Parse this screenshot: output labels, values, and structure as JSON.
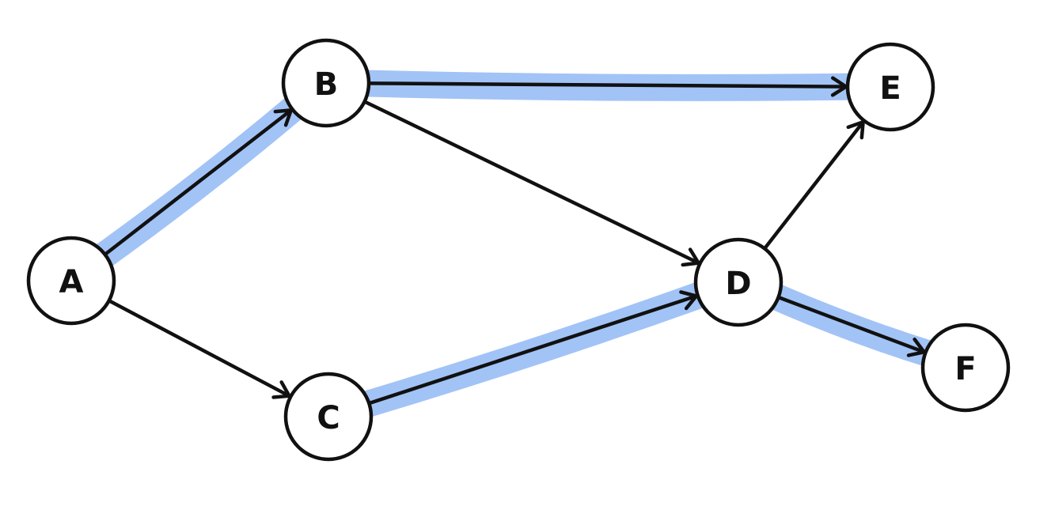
{
  "colors": {
    "ink": "#111111",
    "highlight": "#9dc0f5",
    "node_fill": "#ffffff",
    "background": "#ffffff"
  },
  "nodes": [
    {
      "id": "A",
      "label": "A"
    },
    {
      "id": "B",
      "label": "B"
    },
    {
      "id": "C",
      "label": "C"
    },
    {
      "id": "D",
      "label": "D"
    },
    {
      "id": "E",
      "label": "E"
    },
    {
      "id": "F",
      "label": "F"
    }
  ],
  "edges": [
    {
      "from": "A",
      "to": "B",
      "highlighted": true
    },
    {
      "from": "A",
      "to": "C",
      "highlighted": false
    },
    {
      "from": "B",
      "to": "E",
      "highlighted": true
    },
    {
      "from": "B",
      "to": "D",
      "highlighted": false
    },
    {
      "from": "C",
      "to": "D",
      "highlighted": true
    },
    {
      "from": "D",
      "to": "E",
      "highlighted": false
    },
    {
      "from": "D",
      "to": "F",
      "highlighted": true
    }
  ]
}
